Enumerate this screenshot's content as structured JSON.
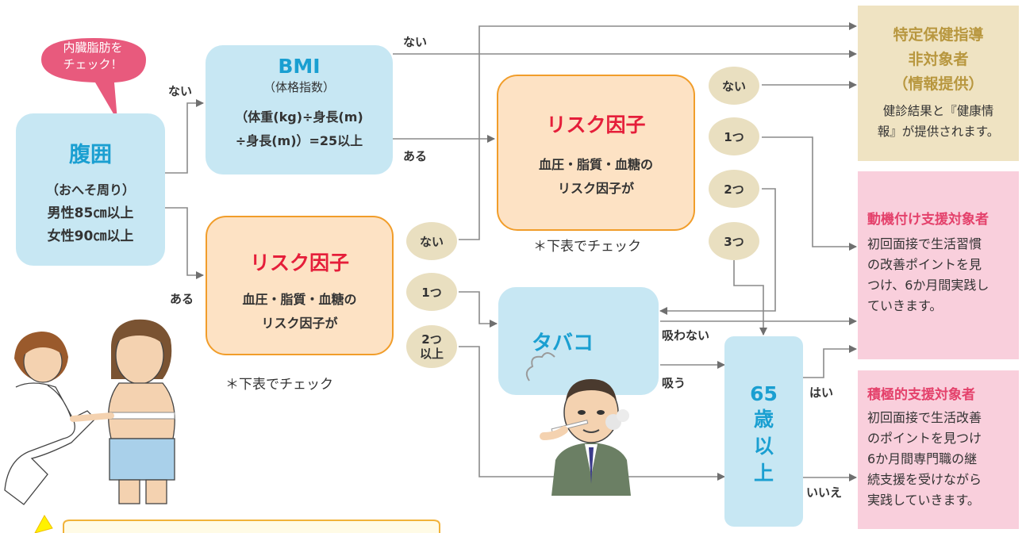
{
  "bubble": {
    "line1": "内臓脂肪を",
    "line2": "チェック！"
  },
  "waist": {
    "title": "腹囲",
    "line1": "（おへそ周り）",
    "line2": "男性85㎝以上",
    "line3": "女性90㎝以上"
  },
  "bmi": {
    "title": "BMI",
    "subtitle": "（体格指数）",
    "line1": "（体重(kg)÷身長(m)",
    "line2": "÷身長(m)）=25以上"
  },
  "risk1": {
    "title": "リスク因子",
    "line1": "血圧・脂質・血糖の",
    "line2": "リスク因子が",
    "note": "＊下表でチェック"
  },
  "risk2": {
    "title": "リスク因子",
    "line1": "血圧・脂質・血糖の",
    "line2": "リスク因子が",
    "note": "＊下表でチェック"
  },
  "tobacco": {
    "title": "タバコ"
  },
  "age": {
    "line1": "65",
    "line2": "歳",
    "line3": "以",
    "line4": "上"
  },
  "pills": {
    "risk1_none": "ない",
    "risk1_one": "1つ",
    "risk1_two_l1": "2つ",
    "risk1_two_l2": "以上",
    "risk2_none": "ない",
    "risk2_one": "1つ",
    "risk2_two": "2つ",
    "risk2_three": "3つ"
  },
  "labels": {
    "waist_no": "ない",
    "waist_yes": "ある",
    "bmi_no": "ない",
    "bmi_yes": "ある",
    "no_smoke": "吸わない",
    "smoke": "吸う",
    "yes": "はい",
    "no": "いいえ"
  },
  "result_non": {
    "l1": "特定保健指導",
    "l2": "非対象者",
    "l3": "（情報提供）",
    "d1": "健診結果と『健康情",
    "d2": "報』が提供されます。"
  },
  "result_motiv": {
    "title": "動機付け支援対象者",
    "d1": "初回面接で生活習慣",
    "d2": "の改善ポイントを見",
    "d3": "つけ、6か月間実践し",
    "d4": "ていきます。"
  },
  "result_active": {
    "title": "積極的支援対象者",
    "d1": "初回面接で生活改善",
    "d2": "のポイントを見つけ",
    "d3": "6か月間専門職の継",
    "d4": "続支援を受けながら",
    "d5": "実践していきます。"
  },
  "colors": {
    "blue_box": "#c7e7f3",
    "blue_text": "#1a9fd1",
    "orange_border": "#f19d2a",
    "red_text": "#e51e3a",
    "tan_box": "#efe3c2",
    "pink_box": "#f9cfdc",
    "pink_text": "#e4416b",
    "bubble": "#e85a7d"
  }
}
